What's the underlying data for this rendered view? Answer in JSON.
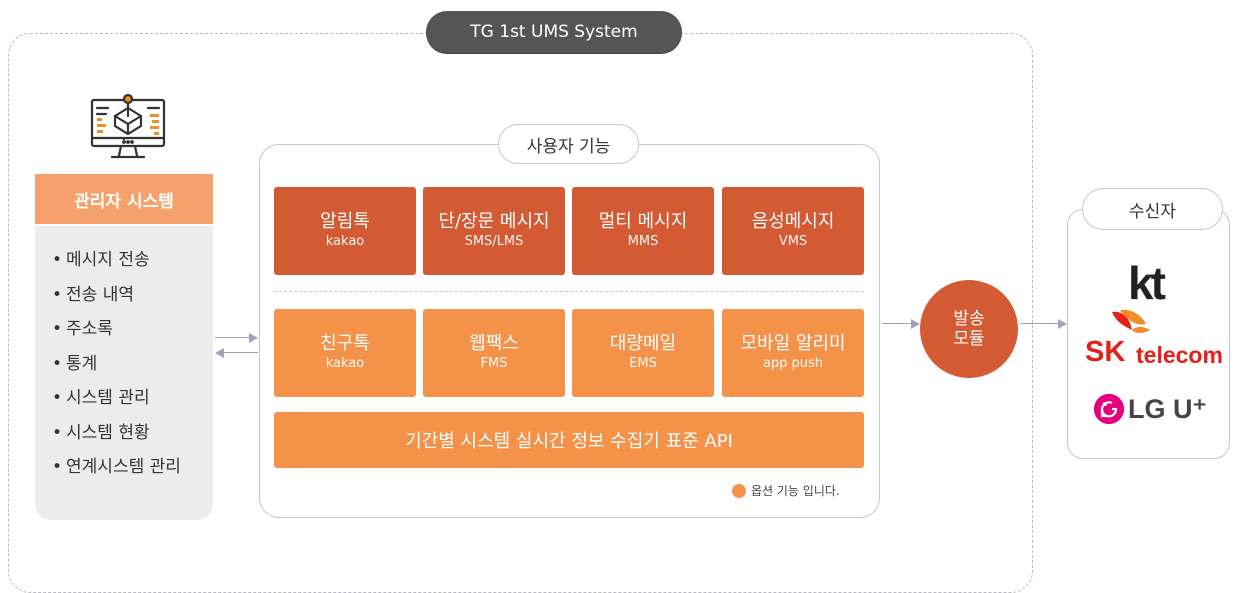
{
  "system_title": "TG 1st UMS System",
  "admin": {
    "title": "관리자 시스템",
    "items": [
      "메시지 전송",
      "전송 내역",
      "주소록",
      "통계",
      "시스템 관리",
      "시스템 현황",
      "연계시스템 관리"
    ]
  },
  "user_features": {
    "title": "사용자 기능",
    "standard": [
      {
        "name": "알림톡",
        "sub": "kakao"
      },
      {
        "name": "단/장문 메시지",
        "sub": "SMS/LMS"
      },
      {
        "name": "멀티 메시지",
        "sub": "MMS"
      },
      {
        "name": "음성메시지",
        "sub": "VMS"
      }
    ],
    "optional": [
      {
        "name": "친구톡",
        "sub": "kakao"
      },
      {
        "name": "웹팩스",
        "sub": "FMS"
      },
      {
        "name": "대량메일",
        "sub": "EMS"
      },
      {
        "name": "모바일 알리미",
        "sub": "app push"
      }
    ],
    "api_bar": "기간별 시스템 실시간 정보 수집기 표준 API",
    "option_note": "옵션 기능 입니다."
  },
  "send_module": {
    "line1": "발송",
    "line2": "모듈"
  },
  "receivers": {
    "title": "수신자",
    "carriers": {
      "kt": "kt",
      "skt_sk": "SK",
      "skt_telecom": "telecom",
      "lgu": "LG U⁺"
    }
  },
  "colors": {
    "dark_tile": "#d35a33",
    "light_tile": "#f5924a",
    "admin_header": "#f6a06c",
    "title_pill": "#555555"
  }
}
